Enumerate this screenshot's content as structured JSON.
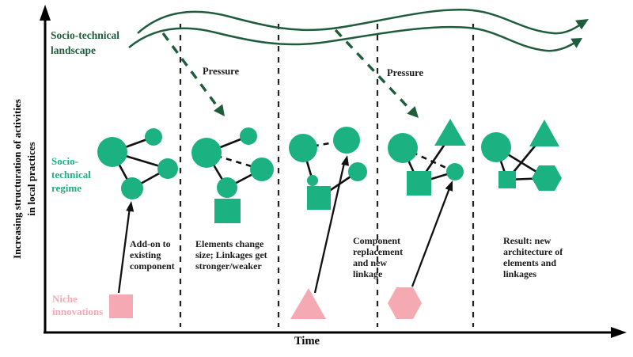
{
  "colors": {
    "landscape_green": "#1e5c3c",
    "regime_green": "#1cb181",
    "niche_pink": "#f5a9b2",
    "text_black": "#1a1a1a"
  },
  "y_axis": {
    "label_lines": [
      "Increasing structuration of activities",
      "in local practices"
    ]
  },
  "x_axis": {
    "label": "Time"
  },
  "landscape": {
    "label_lines": [
      "Socio-technical",
      "landscape"
    ]
  },
  "regime": {
    "label_lines": [
      "Socio-",
      "technical",
      "regime"
    ]
  },
  "niche": {
    "label_lines": [
      "Niche",
      "innovations"
    ]
  },
  "pressure_labels": {
    "first": "Pressure",
    "second": "Pressure"
  },
  "panel_captions": {
    "panel1_lines": [
      "Add-on to",
      "existing",
      "component"
    ],
    "panel2_lines": [
      "Elements change",
      "size; Linkages get",
      "stronger/weaker"
    ],
    "panel4_lines": [
      "Component",
      "replacement",
      "and new",
      "linkage"
    ],
    "panel5_lines": [
      "Result: new",
      "architecture of",
      "elements and",
      "linkages"
    ]
  }
}
